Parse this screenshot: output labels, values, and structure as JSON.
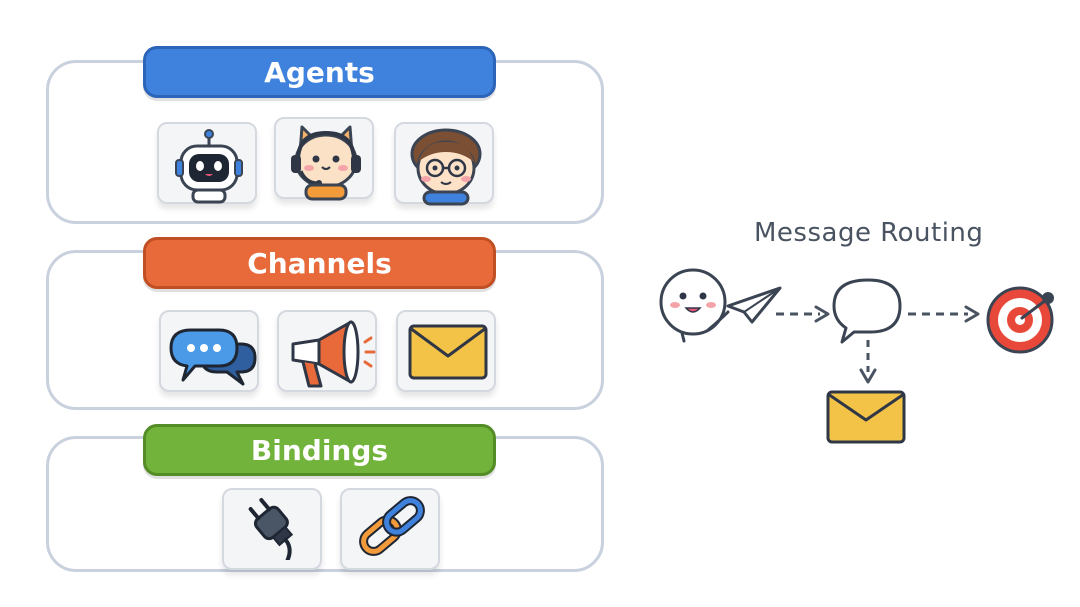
{
  "sections": {
    "agents": {
      "label": "Agents",
      "color": "#3f82de",
      "icons": [
        "robot-icon",
        "cat-headset-icon",
        "person-glasses-icon"
      ]
    },
    "channels": {
      "label": "Channels",
      "color": "#e86a3a",
      "icons": [
        "chat-bubbles-icon",
        "megaphone-icon",
        "envelope-icon"
      ]
    },
    "bindings": {
      "label": "Bindings",
      "color": "#72b33c",
      "icons": [
        "plug-icon",
        "chain-link-icon"
      ]
    }
  },
  "routing": {
    "title": "Message Routing",
    "nodes": [
      "sender-face-icon",
      "paper-plane-icon",
      "speech-bubble-icon",
      "target-icon",
      "envelope-icon"
    ]
  }
}
